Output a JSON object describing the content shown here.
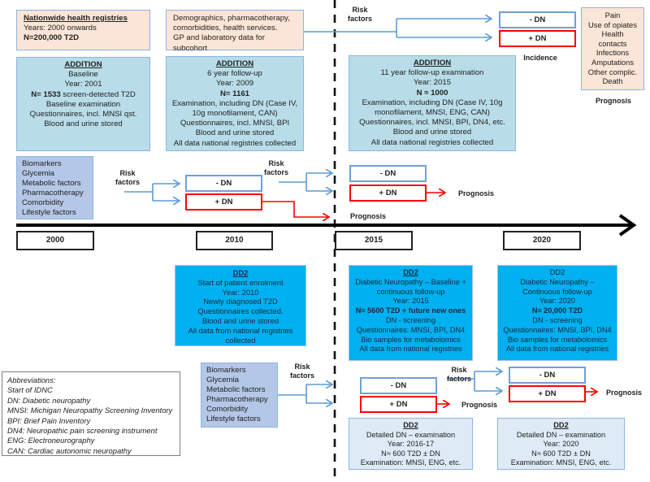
{
  "registries": {
    "title": "Nationwide health registries",
    "years": "Years: 2000 onwards",
    "n": "N=200,000 T2D"
  },
  "registry_data": {
    "lines": [
      "Demographics, pharmacotherapy,",
      "comorbidities, health services.",
      "GP and laboratory data for subcohort"
    ]
  },
  "top_outcome": {
    "risk_label": [
      "Risk",
      "factors"
    ],
    "neg": "- DN",
    "pos": "+ DN",
    "incidence": "Incidence",
    "prognosis_items": [
      "Pain",
      "Use of opiates",
      "Health",
      "contacts",
      "Infections",
      "Amputations",
      "Other complic.",
      "Death"
    ],
    "prognosis_label": "Prognosis"
  },
  "addition": [
    {
      "title": "ADDITION",
      "lines": [
        "Baseline",
        "Year: 2001"
      ],
      "n_bold": "N= 1533",
      "n_rest": " screen-detected T2D",
      "after": [
        "Baseline examination",
        "Questionnaires, incl. MNSI qst.",
        "Blood and urine stored"
      ]
    },
    {
      "title": "ADDITION",
      "lines": [
        "6 year follow-up",
        "Year: 2009"
      ],
      "n_bold": "N= 1161",
      "n_rest": "",
      "after": [
        "Examination, including DN (Case IV,",
        "10g monofilament, CAN)",
        "Questionnaires, incl. MNSI, BPI",
        "Blood and urine stored",
        "All data  national registries collected"
      ]
    },
    {
      "title": "ADDITION",
      "lines": [
        "11 year follow-up examination",
        "Year: 2015"
      ],
      "n_bold": "N ≈ 1000",
      "n_rest": "",
      "after": [
        "Examination, including DN (Case IV, 10g",
        "monofilament,  MNSI, ENG, CAN)",
        "Questionnaires, incl. MNSI, BPI, DN4, etc.",
        "Blood and urine stored",
        "All data  national registries collected"
      ]
    }
  ],
  "upper_risk_box": {
    "items": [
      "Biomarkers",
      "Glycemia",
      "Metabolic factors",
      "Pharmacotherapy",
      "Comorbidity",
      "Lifestyle factors"
    ]
  },
  "upper_flow": {
    "risk_label_1": [
      "Risk",
      "factors"
    ],
    "risk_label_2": [
      "Risk",
      "factors"
    ],
    "neg_2010": "- DN",
    "pos_2010": "+ DN",
    "prognosis_2010": "Prognosis",
    "neg_2015": "- DN",
    "pos_2015": "+ DN",
    "prognosis_2015": "Prognosis"
  },
  "timeline": {
    "years": [
      "2000",
      "2010",
      "2015",
      "2020"
    ]
  },
  "dd2": [
    {
      "title": "DD2",
      "lines": [
        "Start of patient  enrolment",
        "Year: 2010",
        "Newly diagnosed T2D",
        "Questionnaires collected.",
        "Blood and urine stored",
        "All data from national registries",
        "collected"
      ]
    },
    {
      "title": "DD2",
      "lines_before": [
        "Diabetic Neuropathy – Baseline +",
        "continuous follow-up",
        "Year: 2015"
      ],
      "n_bold": "N≈ 5600 T2D + future new ones",
      "lines_after": [
        "DN - screening",
        "Questionnaires: MNSI, BPI, DN4",
        "Bio samples for metabolomics",
        "All data from national registries"
      ]
    },
    {
      "title": "DD2",
      "lines_before": [
        "Diabetic Neuropathy –",
        "Continuous follow-up",
        "Year: 2020"
      ],
      "n_bold": "N≈ 20,000 T2D",
      "lines_after": [
        "DN - screening",
        "Questionnaires: MNSI, BPI, DN4",
        "Bio samples for metabolomics",
        "All data from national registries"
      ]
    }
  ],
  "lower_risk_box": {
    "items": [
      "Biomarkers",
      "Glycemia",
      "Metabolic factors",
      "Pharmacotherapy",
      "Comorbidity",
      "Lifestyle factors"
    ]
  },
  "lower_flow": {
    "risk_label_1": [
      "Risk",
      "factors"
    ],
    "risk_label_2": [
      "Risk",
      "factors"
    ],
    "neg_2015": "- DN",
    "pos_2015": "+ DN",
    "prognosis_2015": "Prognosis",
    "neg_2020": "- DN",
    "pos_2020": "+ DN",
    "prognosis_2020": "Prognosis"
  },
  "dd2_detailed": [
    {
      "title": "DD2",
      "lines": [
        "Detailed DN – examination",
        "Year: 2016-17",
        "N≈ 600 T2D ± DN",
        "Examination: MNSI, ENG, etc."
      ]
    },
    {
      "title": "DD2",
      "lines": [
        "Detailed DN – examination",
        "Year: 2020",
        "N≈ 600 T2D ± DN",
        "Examination: MNSI, ENG, etc."
      ]
    }
  ],
  "abbreviations": {
    "title": "Abbreviations:",
    "start_label": "Start of IDNC",
    "items": [
      "DN: Diabetic neuropathy",
      "MNSI: Michigan Neuropathy Screening Inventory",
      "BPI: Brief Pain Inventory",
      "DN4: Neuropathic pain screening instrument",
      "ENG: Electroneurography",
      "CAN: Cardiac autonomic neuropathy"
    ]
  },
  "colors": {
    "blue_arrow": "#5b9bd5",
    "red_arrow": "#ff0000",
    "peach": "#fbe5d6",
    "light_blue": "#b8dde8",
    "cyan": "#00b0f0"
  }
}
